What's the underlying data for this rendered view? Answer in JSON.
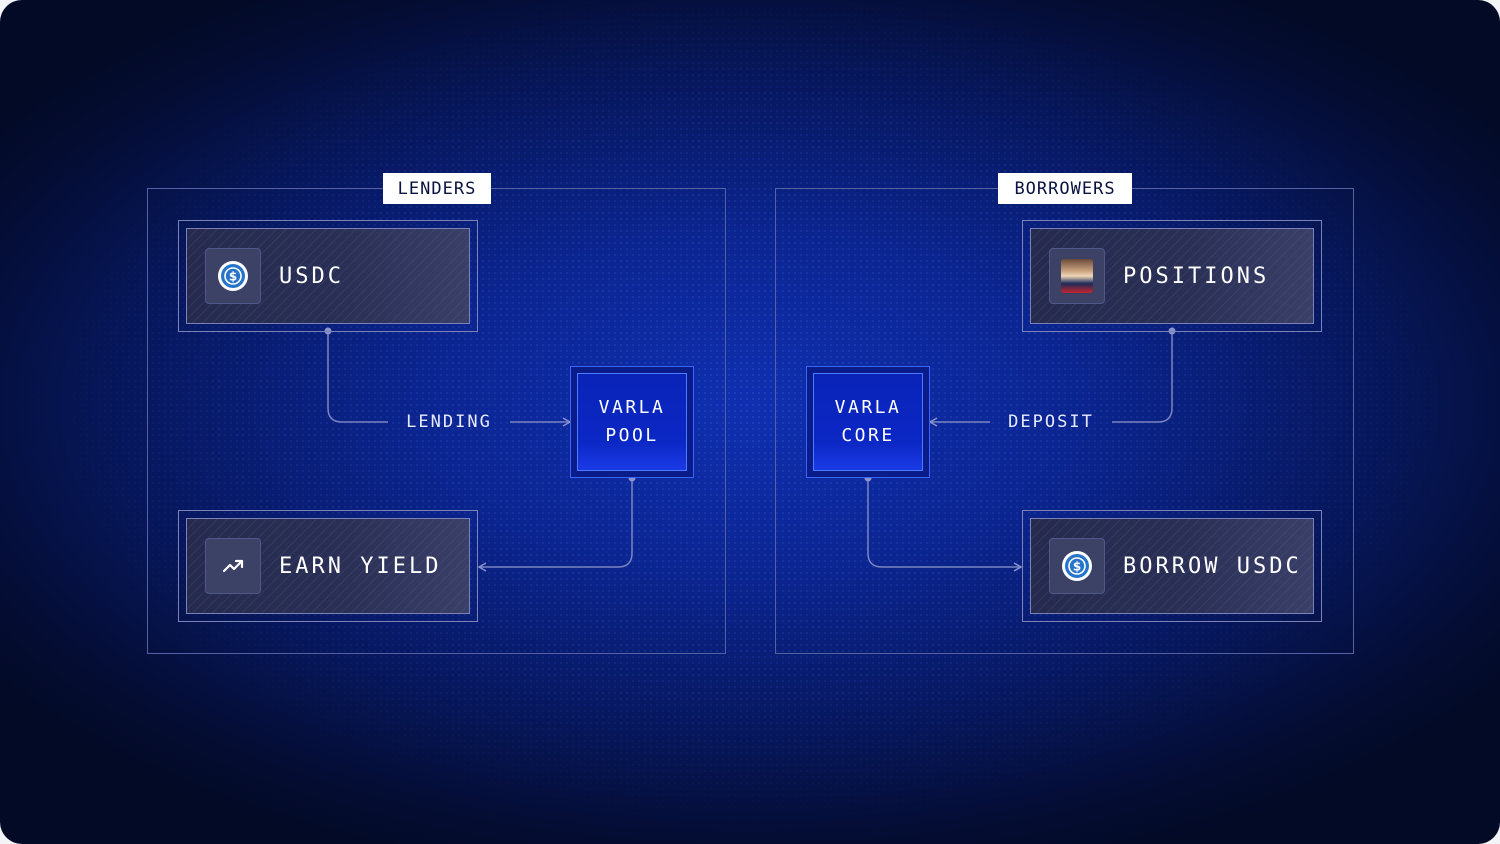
{
  "groups": {
    "lenders": {
      "title": "LENDERS"
    },
    "borrowers": {
      "title": "BORROWERS"
    }
  },
  "nodes": {
    "usdc": {
      "label": "USDC",
      "icon": "usdc-coin-icon"
    },
    "earn_yield": {
      "label": "EARN YIELD",
      "icon": "trend-up-icon"
    },
    "positions": {
      "label": "POSITIONS",
      "icon": "avatar-photo"
    },
    "borrow_usdc": {
      "label": "BORROW USDC",
      "icon": "usdc-coin-icon"
    }
  },
  "hubs": {
    "pool": {
      "line1": "VARLA",
      "line2": "POOL"
    },
    "core": {
      "line1": "VARLA",
      "line2": "CORE"
    }
  },
  "edges": {
    "lending": {
      "label": "LENDING"
    },
    "deposit": {
      "label": "DEPOSIT"
    }
  },
  "colors": {
    "background": "#071a6a",
    "group_border": "#5561a3",
    "connector": "#7b84bf",
    "hub": "#0b27c4",
    "usdc": "#2775ca"
  }
}
